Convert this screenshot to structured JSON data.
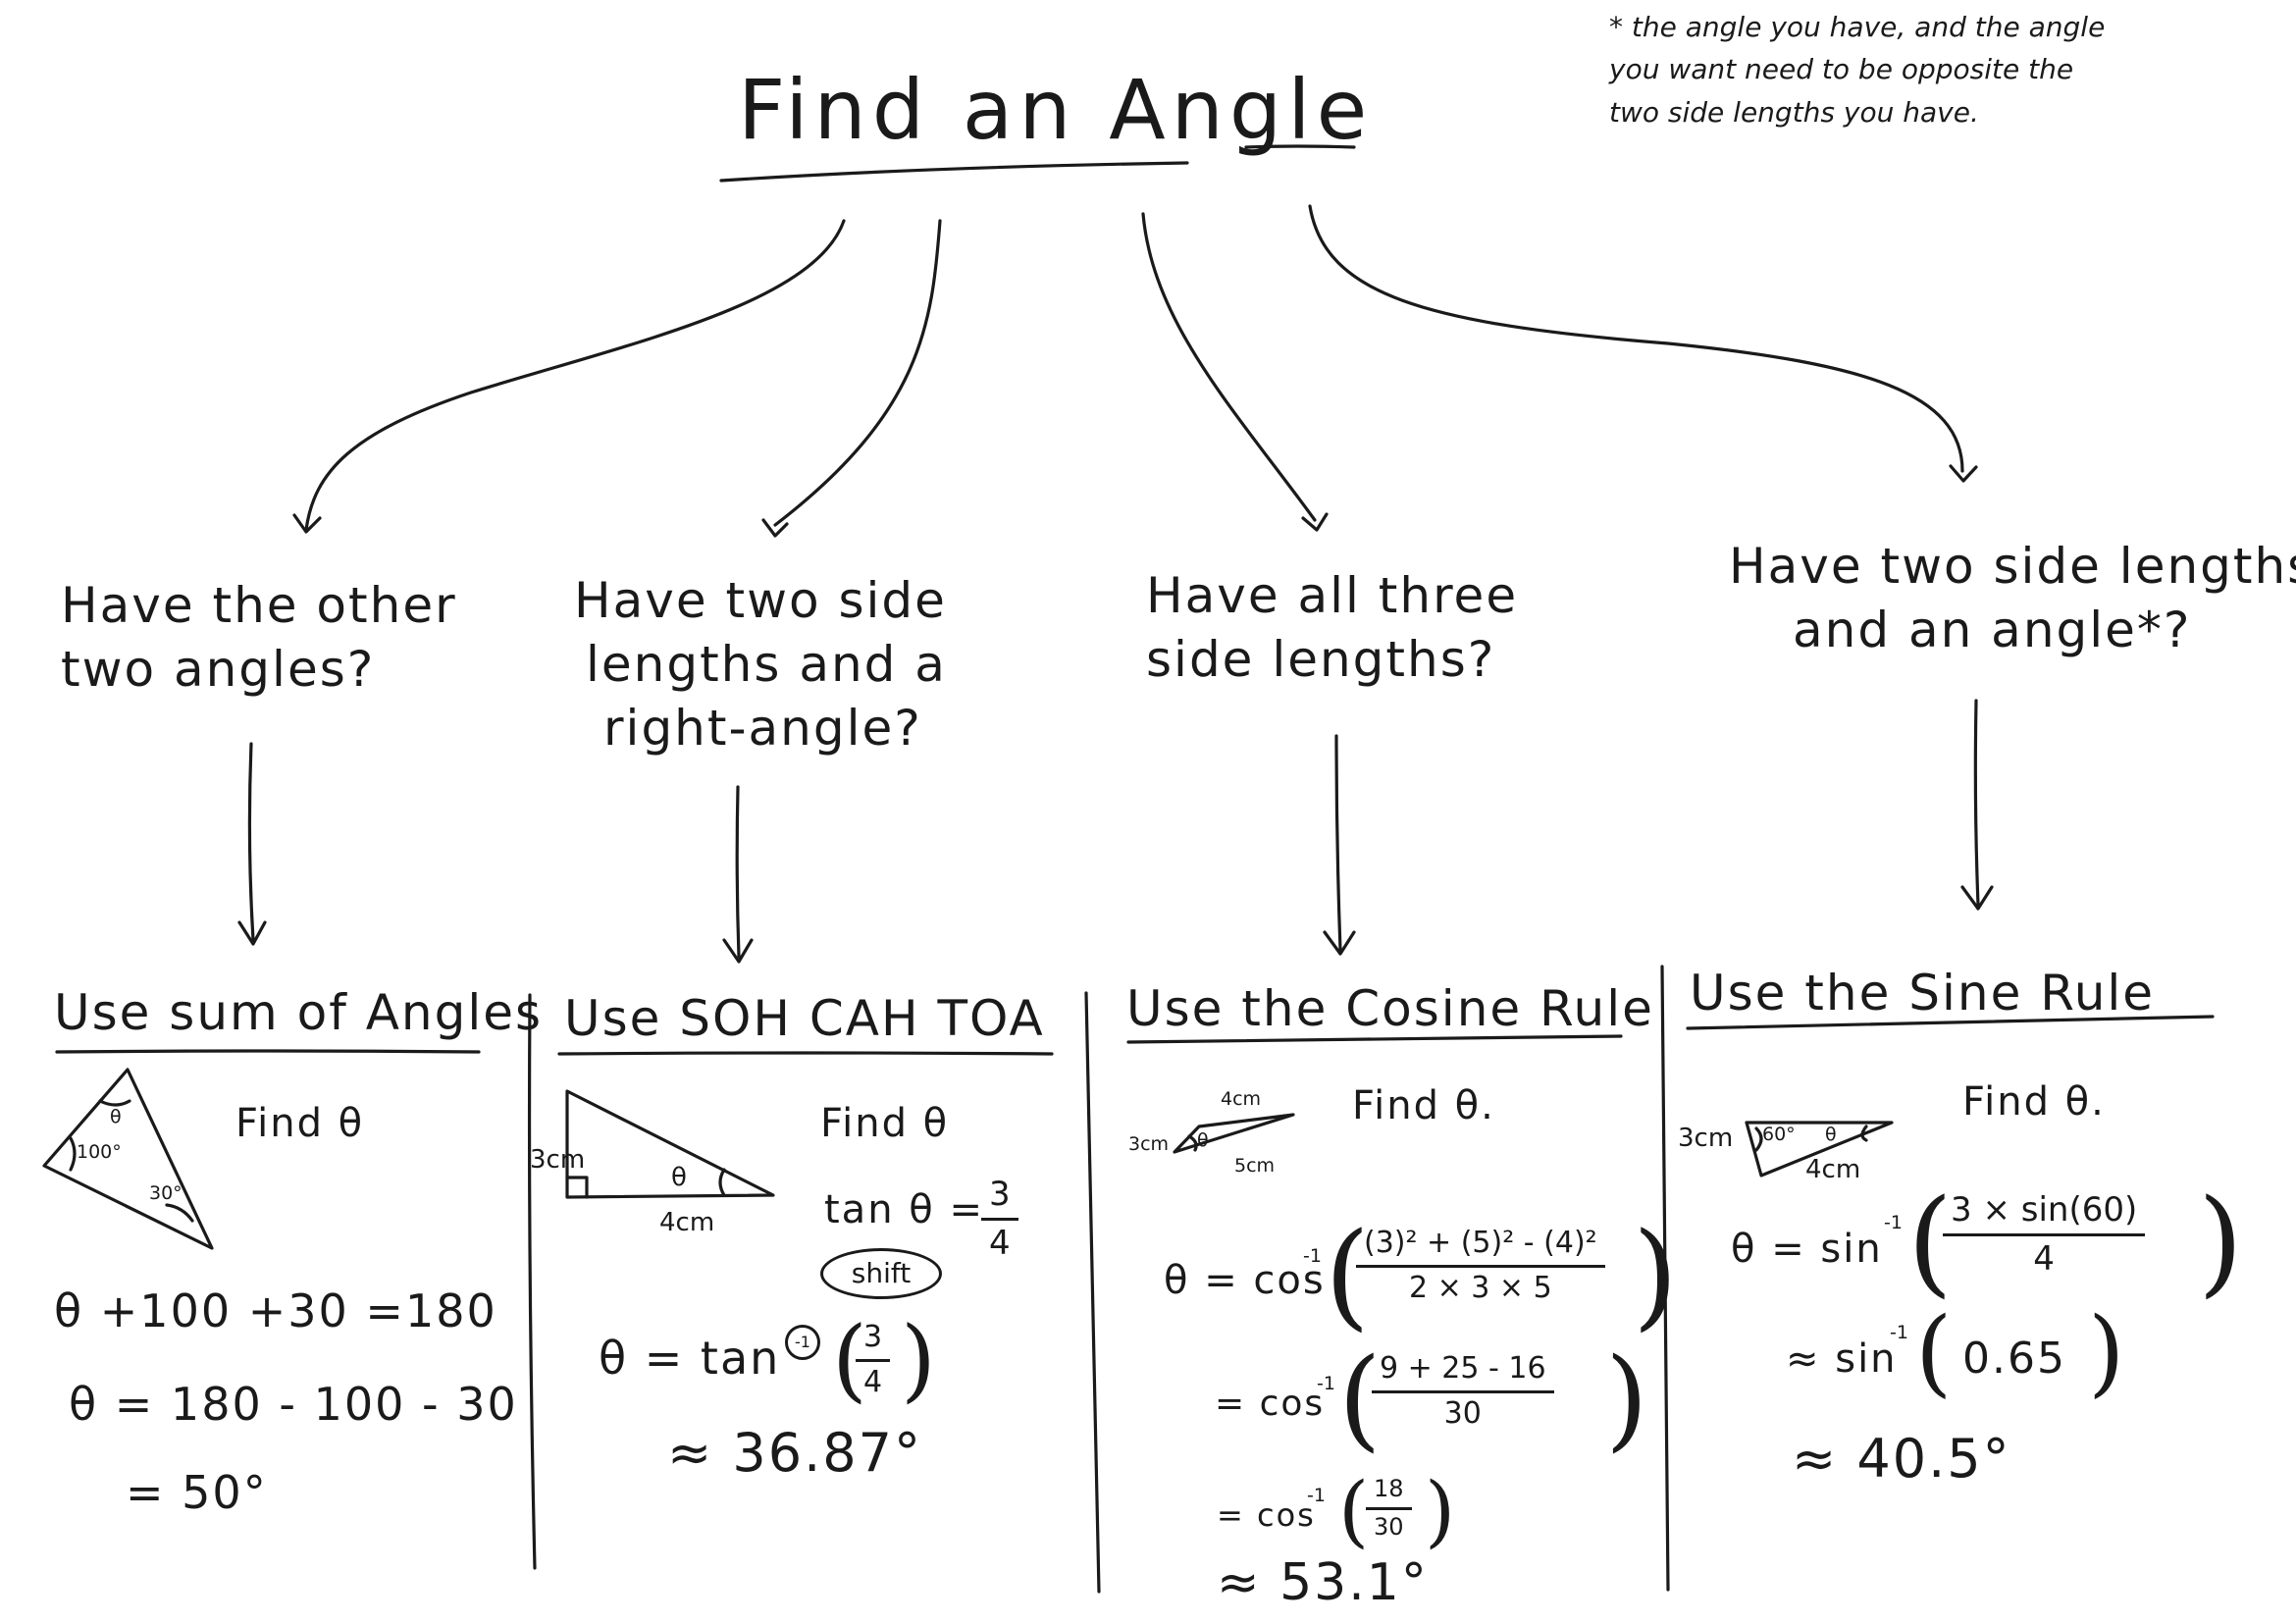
{
  "title": "Find an Angle",
  "note": {
    "line1": "* the angle you have, and the angle",
    "line2": "you want need to be opposite the",
    "line3": "two side lengths you have."
  },
  "questions": [
    {
      "line1": "Have the other",
      "line2": "two angles?"
    },
    {
      "line1": "Have two side",
      "line2": "lengths and a",
      "line3": "right-angle?"
    },
    {
      "line1": "Have all three",
      "line2": "side lengths?"
    },
    {
      "line1": "Have two side lengths",
      "line2": "and an angle*?"
    }
  ],
  "methods": [
    {
      "heading": "Use sum of Angles",
      "find": "Find θ",
      "triangle_labels": {
        "theta": "θ",
        "a1": "100°",
        "a2": "30°"
      },
      "steps": [
        "θ +100 +30 =180",
        "θ = 180 - 100 - 30",
        "= 50°"
      ]
    },
    {
      "heading": "Use SOH CAH TOA",
      "find": "Find θ",
      "triangle_labels": {
        "side_a": "3cm",
        "side_b": "4cm",
        "theta": "θ"
      },
      "tan_lhs": "tan θ =",
      "tan_num": "3",
      "tan_den": "4",
      "shift": "shift",
      "inv": "-1",
      "eq2_lhs": "θ = tan",
      "eq2_num": "3",
      "eq2_den": "4",
      "result": "≈ 36.87°"
    },
    {
      "heading": "Use the Cosine Rule",
      "find": "Find θ.",
      "triangle_labels": {
        "side_a": "3cm",
        "side_b": "4cm",
        "side_c": "5cm",
        "theta": "θ"
      },
      "eq1_lhs": "θ = cos",
      "inv": "-1",
      "eq1_num": "(3)² + (5)² - (4)²",
      "eq1_den": "2 × 3 × 5",
      "eq2_lhs": "= cos",
      "eq2_num": "9 + 25 - 16",
      "eq2_den": "30",
      "eq3_lhs": "= cos",
      "eq3_num": "18",
      "eq3_den": "30",
      "result": "≈ 53.1°"
    },
    {
      "heading": "Use the Sine Rule",
      "find": "Find θ.",
      "triangle_labels": {
        "side_a": "3cm",
        "side_b": "4cm",
        "angle": "60°",
        "theta": "θ"
      },
      "eq1_lhs": "θ = sin",
      "inv": "-1",
      "eq1_num": "3 × sin(60)",
      "eq1_den": "4",
      "eq2_lhs": "≈ sin",
      "eq2_val": "0.65",
      "result": "≈ 40.5°"
    }
  ]
}
